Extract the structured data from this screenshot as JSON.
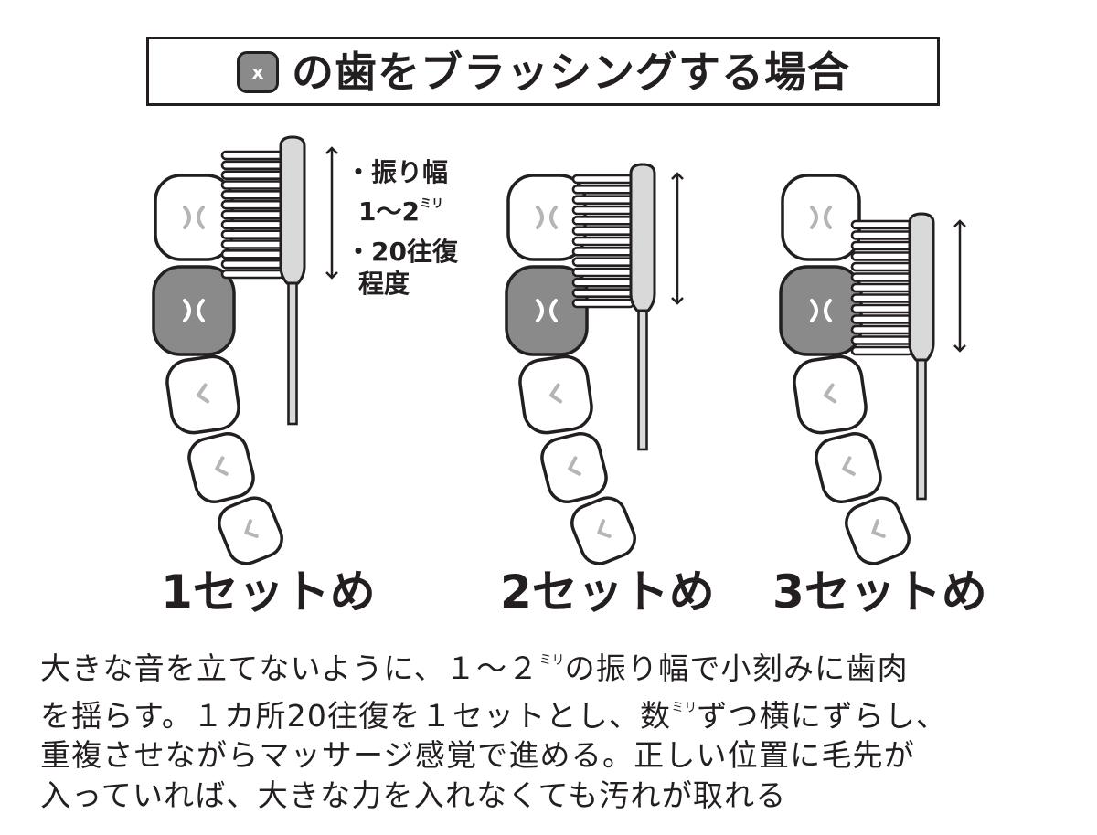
{
  "title": {
    "badge_mark": "x",
    "text": "の歯をブラッシングする場合"
  },
  "notes": {
    "amplitude": "・振り幅",
    "amplitude_value": "1〜2",
    "amplitude_unit": "ミリ",
    "repetitions": "・20往復",
    "repetitions_suffix": "程度"
  },
  "sets": [
    {
      "label": "1セットめ"
    },
    {
      "label": "2セットめ"
    },
    {
      "label": "3セットめ"
    }
  ],
  "caption": {
    "line1_a": "大きな音を立てないように、１〜２",
    "line1_unit": "ミリ",
    "line1_b": "の振り幅で小刻みに歯肉",
    "line2_a": "を揺らす。１カ所20往復を１セットとし、数",
    "line2_unit": "ミリ",
    "line2_b": "ずつ横にずらし、",
    "line3": "重複させながらマッサージ感覚で進める。正しい位置に毛先が",
    "line4": "入っていれば、大きな力を入れなくても汚れが取れる"
  },
  "colors": {
    "outline": "#231f20",
    "target_tooth": "#8a8a8a",
    "tooth": "#ffffff",
    "brush_handle": "#d9d9d9",
    "tooth_mark": "#b5b5b5"
  },
  "icons": [
    "tooth-icon",
    "toothbrush-icon",
    "double-arrow-icon"
  ]
}
